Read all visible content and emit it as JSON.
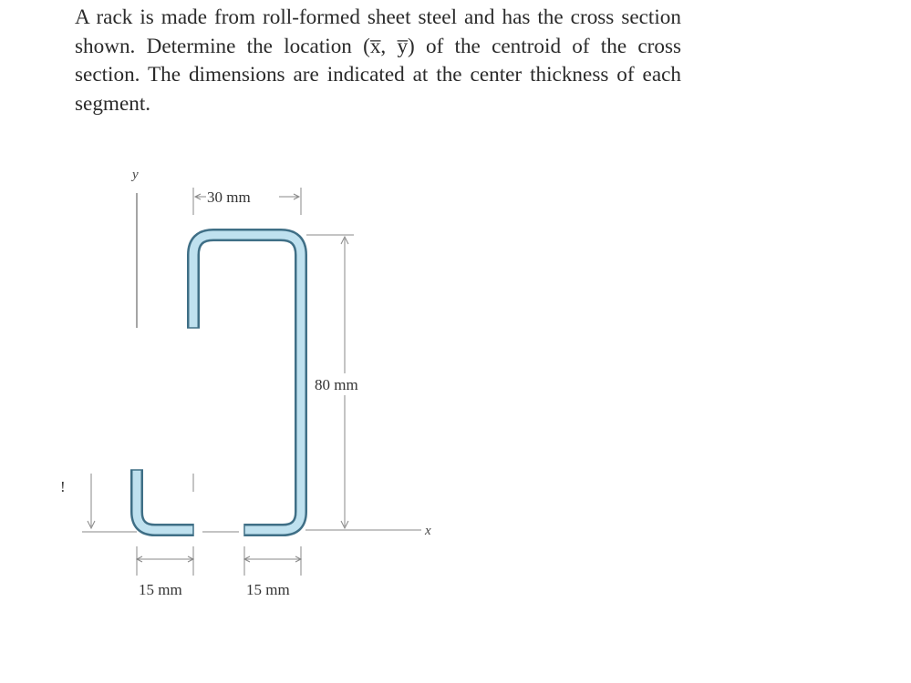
{
  "problem": {
    "text": "A rack is made from roll-formed sheet steel and has the cross section shown. Determine the location (x̅, y̅) of the centroid of the cross section. The dimensions are indicated at the center thickness of each segment."
  },
  "figure": {
    "axis_y_label": "y",
    "axis_x_label": "x",
    "dim_top": "30 mm",
    "dim_height": "80 mm",
    "dim_bottom_left": "15 mm",
    "dim_bottom_right": "15 mm",
    "stray_mark": "!",
    "colors": {
      "profile_fill": "#bfe1ef",
      "profile_outline": "#3f6f86"
    }
  }
}
